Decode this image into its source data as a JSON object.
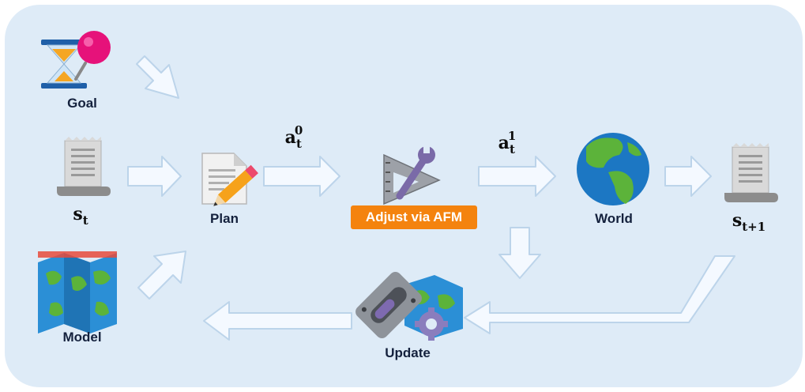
{
  "nodes": {
    "goal": "Goal",
    "plan": "Plan",
    "adjust": "Adjust via AFM",
    "world": "World",
    "model": "Model",
    "update": "Update"
  },
  "math": {
    "state_t": {
      "base": "s",
      "sub": "t"
    },
    "state_t1": {
      "base": "s",
      "sub": "t+1"
    },
    "action_0": {
      "base": "a",
      "sub": "t",
      "sup": "0"
    },
    "action_1": {
      "base": "a",
      "sub": "t",
      "sup": "1"
    }
  },
  "colors": {
    "panel": "#deebf7",
    "arrow_fill": "#f4f9ff",
    "arrow_stroke": "#bcd4ea",
    "badge": "#f4830e"
  },
  "icons": [
    "hourglass-pin-icon",
    "receipt-icon",
    "document-pencil-icon",
    "ruler-wrench-icon",
    "globe-icon",
    "map-icon",
    "control-panel-gear-icon"
  ]
}
